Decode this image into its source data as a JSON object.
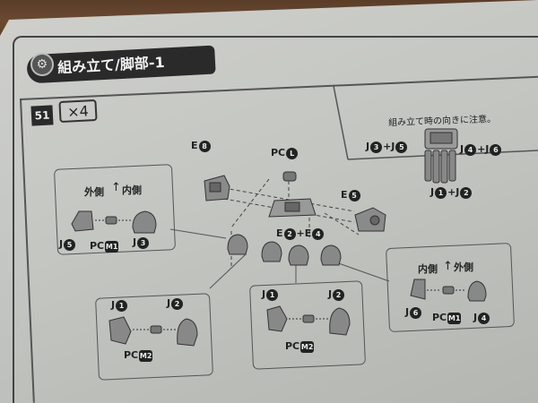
{
  "header": {
    "title": "組み立て/脚部-1",
    "icon": "gear-icon"
  },
  "step": {
    "number": "51",
    "quantity": "×4"
  },
  "note": {
    "title": "組み立て時の向きに注意。"
  },
  "labels": {
    "j3_j5": [
      "J",
      "3",
      "+J",
      "5"
    ],
    "j4_j6": [
      "J",
      "4",
      "+J",
      "6"
    ],
    "j1_j2": [
      "J",
      "1",
      "+J",
      "2"
    ],
    "e8": [
      "E",
      "8"
    ],
    "pc_l": [
      "PC",
      "L"
    ],
    "e5": [
      "E",
      "5"
    ],
    "e2_e4": [
      "E",
      "2",
      "+E",
      "4"
    ],
    "left_box": {
      "outer": "外側",
      "inner": "内側",
      "j5": [
        "J",
        "5"
      ],
      "pc": [
        "PC",
        "M1"
      ],
      "j3": [
        "J",
        "3"
      ]
    },
    "right_box": {
      "inner": "内側",
      "outer": "外側",
      "j6": [
        "J",
        "6"
      ],
      "pc": [
        "PC",
        "M1"
      ],
      "j4": [
        "J",
        "4"
      ]
    },
    "bottom_left": {
      "j1": [
        "J",
        "1"
      ],
      "j2": [
        "J",
        "2"
      ],
      "pc": [
        "PC",
        "M2"
      ]
    },
    "bottom_mid": {
      "j1": [
        "J",
        "1"
      ],
      "j2": [
        "J",
        "2"
      ],
      "pc": [
        "PC",
        "M2"
      ]
    }
  }
}
